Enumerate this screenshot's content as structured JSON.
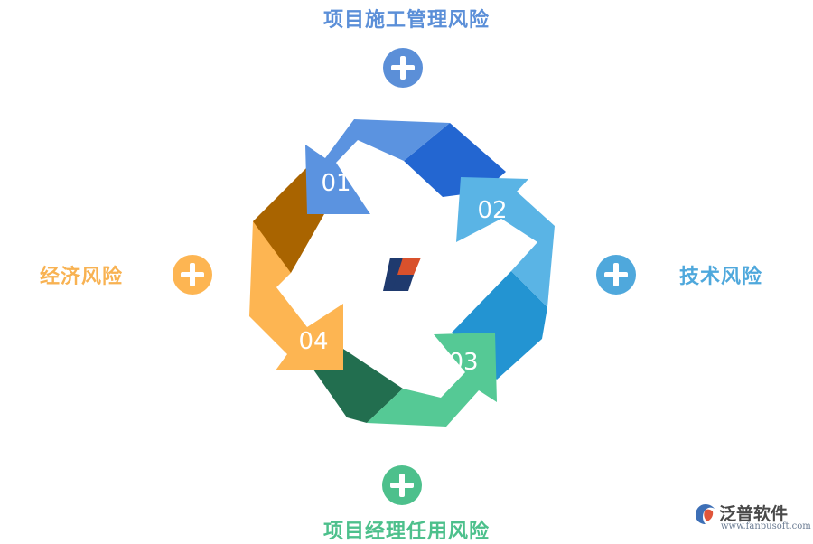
{
  "labels": {
    "top": "项目施工管理风险",
    "left": "经济风险",
    "right": "技术风险",
    "bottom": "项目经理任用风险"
  },
  "steps": {
    "s1": "01",
    "s2": "02",
    "s3": "03",
    "s4": "04"
  },
  "brand": {
    "name": "泛普软件",
    "url": "www.fanpusoft.com"
  },
  "colors": {
    "blue": "#5b93e0",
    "blue_dark": "#2366d1",
    "cyan": "#5ab4e5",
    "cyan_dark": "#2394d2",
    "green": "#55c995",
    "green_dark": "#226e4f",
    "orange": "#fdb552",
    "orange_dark": "#a96400",
    "text_blue": "#5b8fd8",
    "text_cyan": "#4fa8dc",
    "text_green": "#4dc08c",
    "text_orange": "#f8b252"
  },
  "icons": {
    "plus": "plus-circle-icon",
    "center": "company-logo-icon"
  }
}
